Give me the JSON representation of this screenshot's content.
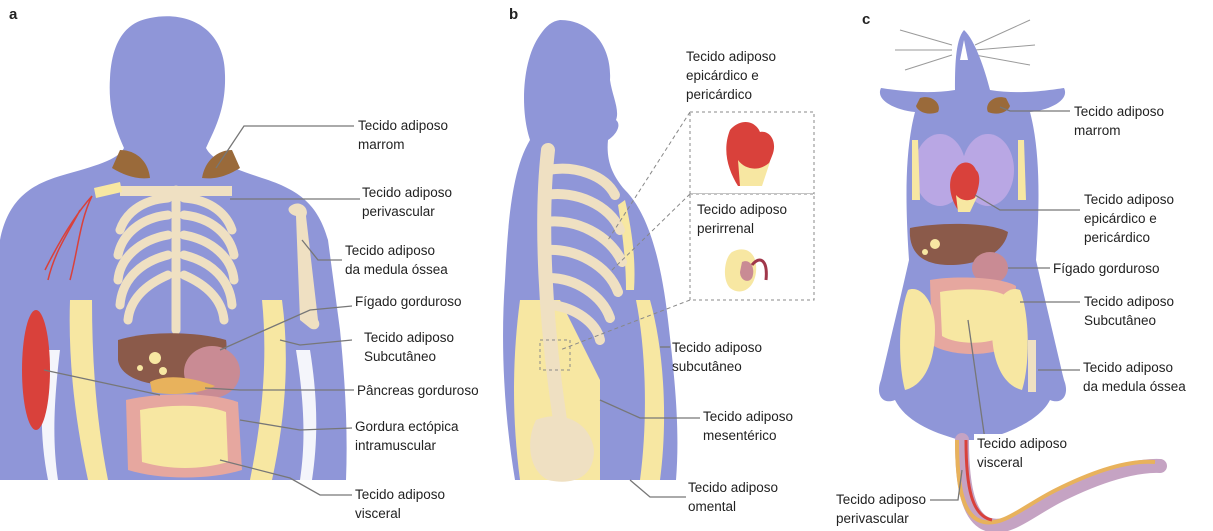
{
  "panels": {
    "a": {
      "letter": "a",
      "labels": {
        "brown_fat": [
          "Tecido adiposo",
          "marrom"
        ],
        "perivascular": [
          "Tecido adiposo",
          "perivascular"
        ],
        "bone_marrow": [
          "Tecido adiposo",
          "da medula óssea"
        ],
        "fatty_liver": [
          "Fígado gorduroso"
        ],
        "subcutaneous": [
          "Tecido adiposo",
          "Subcutâneo"
        ],
        "fatty_pancreas": [
          "Pâncreas gorduroso"
        ],
        "ectopic": [
          "Gordura ectópica",
          "intramuscular"
        ],
        "visceral": [
          "Tecido adiposo",
          "visceral"
        ]
      }
    },
    "b": {
      "letter": "b",
      "labels": {
        "epicardial": [
          "Tecido adiposo",
          "epicárdico e",
          "pericárdico"
        ],
        "perirenal": [
          "Tecido adiposo",
          "perirrenal"
        ],
        "subcutaneous": [
          "Tecido adiposo",
          "subcutâneo"
        ],
        "mesenteric": [
          "Tecido adiposo",
          "mesentérico"
        ],
        "omental": [
          "Tecido adiposo",
          "omental"
        ]
      }
    },
    "c": {
      "letter": "c",
      "labels": {
        "brown_fat": [
          "Tecido adiposo",
          "marrom"
        ],
        "epicardial": [
          "Tecido adiposo",
          "epicárdico e",
          "pericárdico"
        ],
        "fatty_liver": [
          "Fígado gorduroso"
        ],
        "subcutaneous": [
          "Tecido adiposo",
          "Subcutâneo"
        ],
        "bone_marrow": [
          "Tecido adiposo",
          "da medula óssea"
        ],
        "visceral": [
          "Tecido adiposo",
          "visceral"
        ],
        "perivascular": [
          "Tecido adiposo",
          "perivascular"
        ]
      }
    }
  },
  "colors": {
    "body": "#8f96d8",
    "fat": "#f7e7a2",
    "brown_fat": "#9a6a3a",
    "bone": "#efe0c2",
    "liver": "#8b5a4a",
    "organ_pink": "#c98b94",
    "heart": "#d9413b",
    "leader": "#777777"
  }
}
